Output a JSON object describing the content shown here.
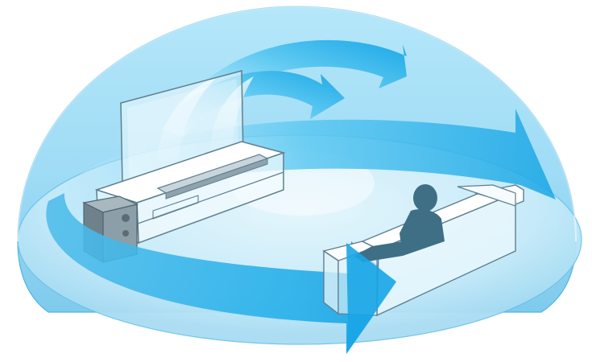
{
  "illustration": {
    "subject": "surround-sound-dome",
    "elements": [
      "sound-dome",
      "floor",
      "tv",
      "tv-stand",
      "soundbar",
      "subwoofer",
      "sofa",
      "listener",
      "sound-arrows"
    ]
  },
  "colors": {
    "background": "#ffffff",
    "dome_fill": "#7fd0f2",
    "dome_edge": "#4fb5e4",
    "floor_center": "#eaf8fd",
    "floor_edge": "#b9e5f7",
    "arrow_light": "#d6f2fd",
    "arrow_mid": "#5cc8f1",
    "arrow_dark": "#1aa7e6",
    "furniture_fill": "#ffffff",
    "furniture_line": "#5e7f8f",
    "listener": "#3e6f85",
    "subwoofer": "#7b8e98"
  }
}
